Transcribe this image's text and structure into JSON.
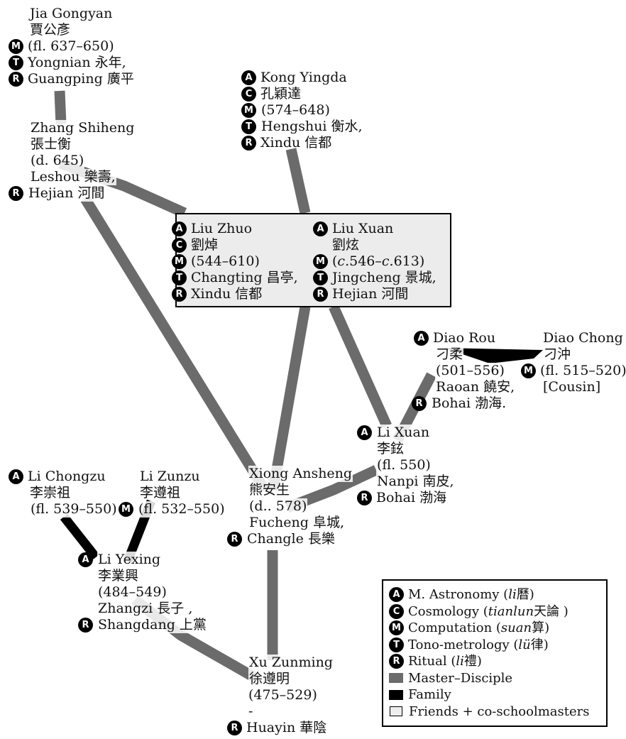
{
  "nodes": {
    "jia_gongyan": {
      "name": "Jia Gongyan",
      "chinese": "賈公彥",
      "dates": "(fl. 637–650)",
      "place1": "Yongnian 永年,",
      "place2": "Guangping 廣平"
    },
    "zhang_shiheng": {
      "name": "Zhang Shiheng",
      "chinese": "張士衡",
      "dates": "(d. 645)",
      "place1": "Leshou 樂壽,",
      "place2": "Hejian 河間"
    },
    "kong_yingda": {
      "name": "Kong Yingda",
      "chinese": "孔穎達",
      "dates": "(574–648)",
      "place1": "Hengshui 衡水,",
      "place2": "Xindu 信都"
    },
    "liu_zhuo": {
      "name": "Liu Zhuo",
      "chinese": "劉焯",
      "dates": "(544–610)",
      "place1": "Changting 昌亭,",
      "place2": "Xindu 信都"
    },
    "liu_xuan": {
      "name": "Liu Xuan",
      "chinese": "劉炫",
      "dates_prefix": "(",
      "dates_circa": "c.",
      "dates_mid": "546–",
      "dates_circa2": "c.",
      "dates_end": "613)",
      "place1": "Jingcheng 景城,",
      "place2": "Hejian 河間"
    },
    "diao_rou": {
      "name": "Diao Rou",
      "chinese": "刁柔",
      "dates": "(501–556)",
      "place1": "Raoan 饒安,",
      "place2": "Bohai 渤海."
    },
    "diao_chong": {
      "name": "Diao Chong",
      "chinese": "刁沖",
      "dates": "(fl. 515–520)",
      "note": "[Cousin]"
    },
    "li_xuan": {
      "name": "Li Xuan",
      "chinese": "李鉉",
      "dates": "(fl. 550)",
      "place1": "Nanpi 南皮,",
      "place2": "Bohai 渤海"
    },
    "xiong_ansheng": {
      "name": "Xiong Ansheng",
      "chinese": "熊安生",
      "dates": "(d.. 578)",
      "place1": "Fucheng 阜城,",
      "place2": "Changle 長樂"
    },
    "li_chongzu": {
      "name": "Li Chongzu",
      "chinese": "李崇祖",
      "dates": "(fl. 539–550)"
    },
    "li_zunzu": {
      "name": "Li Zunzu",
      "chinese": "李遵祖",
      "dates": "(fl. 532–550)"
    },
    "li_yexing": {
      "name": "Li Yexing",
      "chinese": "李業興",
      "dates": "(484–549)",
      "place1": "Zhangzi 長子 ,",
      "place2": "Shangdang 上黨"
    },
    "xu_zunming": {
      "name": "Xu Zunming",
      "chinese": "徐遵明",
      "dates": "(475–529)",
      "dash": "-",
      "place2": "Huayin 華陰"
    }
  },
  "badges": {
    "A": "A",
    "C": "C",
    "M": "M",
    "T": "T",
    "R": "R"
  },
  "legend": {
    "astronomy_pre": "M. Astronomy (",
    "astronomy_it": "li",
    "astronomy_post": " 曆)",
    "cosmology_pre": "Cosmology (",
    "cosmology_it": "tianlun",
    "cosmology_post": " 天論 )",
    "computation_pre": "Computation (",
    "computation_it": "suan",
    "computation_post": " 算)",
    "tono_pre": "Tono-metrology (",
    "tono_it": "lü",
    "tono_post": " 律)",
    "ritual_pre": "Ritual (",
    "ritual_it": "li",
    "ritual_post": " 禮)",
    "master_disciple": "Master–Disciple",
    "family": "Family",
    "friends": "Friends + co-schoolmasters"
  },
  "colors": {
    "master_disciple": "#6b6b6b",
    "family": "#000000",
    "friends_box": "#ececec"
  }
}
